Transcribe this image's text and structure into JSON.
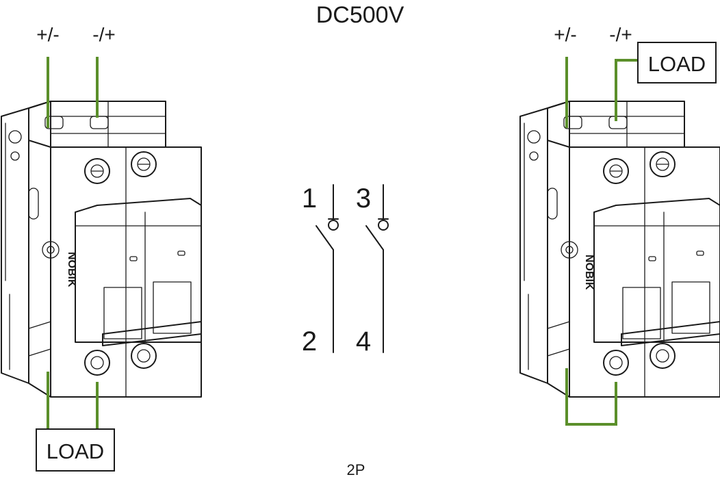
{
  "title": "DC500V",
  "footer": "2P",
  "colors": {
    "wire": "#5b8f2a",
    "line": "#1a1a1a"
  },
  "left_breaker": {
    "terminal_left": "+/-",
    "terminal_right": "-/+",
    "load_label": "LOAD",
    "brand": "NOBIK"
  },
  "right_breaker": {
    "terminal_left": "+/-",
    "terminal_right": "-/+",
    "load_label": "LOAD",
    "brand": "NOBIK"
  },
  "schematic": {
    "pole1_top": "1",
    "pole1_bottom": "2",
    "pole2_top": "3",
    "pole2_bottom": "4"
  }
}
